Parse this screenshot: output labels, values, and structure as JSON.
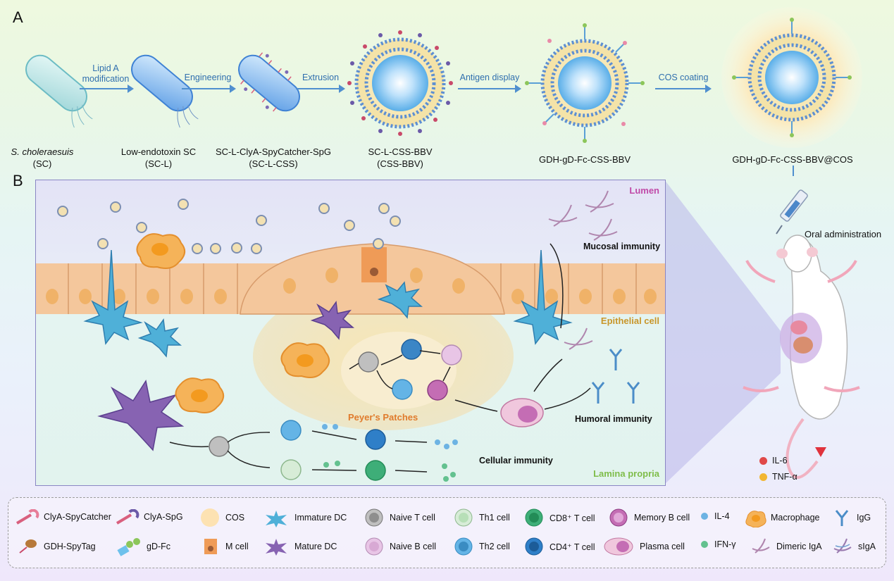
{
  "panel_a": {
    "letter": "A",
    "steps": [
      "Lipid A\nmodification",
      "Engineering",
      "Extrusion",
      "Antigen display",
      "COS coating"
    ],
    "items": [
      {
        "name_italic": "S. choleraesuis",
        "abbr": "(SC)"
      },
      {
        "name": "Low-endotoxin SC",
        "abbr": "(SC-L)"
      },
      {
        "name": "SC-L-ClyA-SpyCatcher-SpG",
        "abbr": "(SC-L-CSS)"
      },
      {
        "name": "SC-L-CSS-BBV",
        "abbr": "(CSS-BBV)"
      },
      {
        "name": "GDH-gD-Fc-CSS-BBV",
        "abbr": ""
      },
      {
        "name": "GDH-gD-Fc-CSS-BBV@COS",
        "abbr": ""
      }
    ]
  },
  "panel_b": {
    "letter": "B",
    "regions": {
      "lumen": "Lumen",
      "epithelial": "Epithelial cell",
      "lamina": "Lamina propria",
      "peyer": "Peyer's Patches"
    },
    "immunity": {
      "mucosal": "Mucosal immunity",
      "humoral": "Humoral immunity",
      "cellular": "Cellular immunity"
    },
    "oral": "Oral administration",
    "cytokines": [
      {
        "label": "IL-6",
        "color": "#e04848"
      },
      {
        "label": "TNF-α",
        "color": "#f2b632"
      }
    ]
  },
  "legend": [
    {
      "label": "ClyA-SpyCatcher",
      "icon": "clya-spycatcher-icon"
    },
    {
      "label": "ClyA-SpG",
      "icon": "clya-spg-icon"
    },
    {
      "label": "COS",
      "icon": "cos-icon"
    },
    {
      "label": "Immature DC",
      "icon": "immature-dc-icon"
    },
    {
      "label": "Naive T cell",
      "icon": "naive-t-cell-icon"
    },
    {
      "label": "Th1 cell",
      "icon": "th1-cell-icon"
    },
    {
      "label": "CD8⁺ T cell",
      "icon": "cd8-t-cell-icon"
    },
    {
      "label": "Memory B cell",
      "icon": "memory-b-cell-icon"
    },
    {
      "label": "IL-4",
      "icon": "il4-icon"
    },
    {
      "label": "Macrophage",
      "icon": "macrophage-icon"
    },
    {
      "label": "IgG",
      "icon": "igg-icon"
    },
    {
      "label": "GDH-SpyTag",
      "icon": "gdh-spytag-icon"
    },
    {
      "label": "gD-Fc",
      "icon": "gd-fc-icon"
    },
    {
      "label": "M cell",
      "icon": "m-cell-icon"
    },
    {
      "label": "Mature DC",
      "icon": "mature-dc-icon"
    },
    {
      "label": "Naive B cell",
      "icon": "naive-b-cell-icon"
    },
    {
      "label": "Th2 cell",
      "icon": "th2-cell-icon"
    },
    {
      "label": "CD4⁺ T cell",
      "icon": "cd4-t-cell-icon"
    },
    {
      "label": "Plasma cell",
      "icon": "plasma-cell-icon"
    },
    {
      "label": "IFN-γ",
      "icon": "ifn-gamma-icon"
    },
    {
      "label": "Dimeric IgA",
      "icon": "dimeric-iga-icon"
    },
    {
      "label": "sIgA",
      "icon": "siga-icon"
    }
  ]
}
